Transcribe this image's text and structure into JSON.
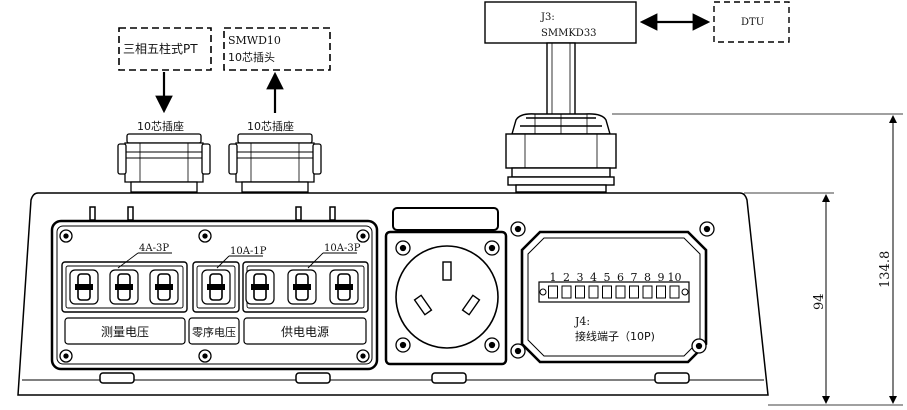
{
  "boxes": {
    "pt_line1": "三相五柱式PT",
    "smwd_line1": "SMWD10",
    "smwd_line2": "10芯插头",
    "j3_line1": "J3:",
    "j3_line2": "SMMKD33",
    "dtu": "DTU"
  },
  "plugs": {
    "left_label": "10芯插座",
    "right_label": "10芯插座"
  },
  "breakers": {
    "group1_rating": "4A-3P",
    "group2_rating": "10A-1P",
    "group3_rating": "10A-3P",
    "label1": "测量电压",
    "label2": "零序电压",
    "label3": "供电电源"
  },
  "terminal": {
    "numbers": [
      "1",
      "2",
      "3",
      "4",
      "5",
      "6",
      "7",
      "8",
      "9",
      "10"
    ],
    "title_line1": "J4:",
    "title_line2": "接线端子（10P)"
  },
  "dimensions": {
    "height_inner": "94",
    "height_total": "134.8"
  }
}
